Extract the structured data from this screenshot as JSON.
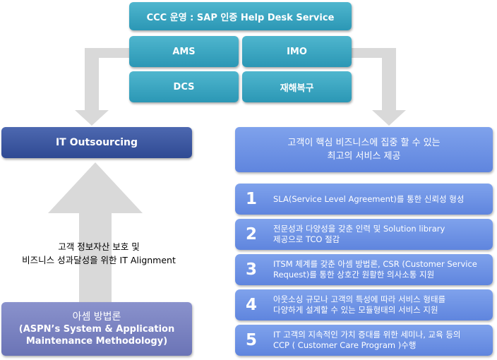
{
  "top": {
    "title": "CCC 운영 : SAP 인증 Help Desk Service"
  },
  "services": {
    "ams": "AMS",
    "imo": "IMO",
    "dcs": "DCS",
    "dr": "재해복구"
  },
  "left": {
    "outsourcing": "IT Outsourcing",
    "caption_line1": "고객  정보자산 보호 및",
    "caption_line2": "비즈니스 성과달성을 위한 IT Alignment",
    "method_line1": "아셈 방법론",
    "method_line2": "(ASPN’s System & Application",
    "method_line3": "Maintenance Methodology)"
  },
  "right": {
    "headline_line1": "고객이 핵심 비즈니스에 집중 할 수 있는",
    "headline_line2": "최고의 서비스 제공",
    "items": [
      {
        "num": "1",
        "line1": "SLA(Service Level Agreement)를 통한 신뢰성 형성",
        "line2": ""
      },
      {
        "num": "2",
        "line1": "전문성과 다양성을 갖춘 인력 및 Solution library",
        "line2": "제공으로 TCO 절감"
      },
      {
        "num": "3",
        "line1": "ITSM 체계를 갖춘 아셈 방법론, CSR (Customer Service",
        "line2": "Request)를 통한 상호간 원활한 의사소통 지원"
      },
      {
        "num": "4",
        "line1": "아웃소싱 규모나 고객의 특성에 따라 서비스 형태를",
        "line2": "다양하게 설계할 수 있는 모듈형태의 서비스 지원"
      },
      {
        "num": "5",
        "line1": "IT 고객의 지속적인 가치 증대를 위한 세미나, 교육 등의",
        "line2": "CCP ( Customer Care Program )수행"
      }
    ]
  },
  "colors": {
    "teal": "#2b97b5",
    "navy": "#2f4a93",
    "blue": "#6b8fe2",
    "periwinkle": "#7b83c1",
    "arrow": "#d9d9d9"
  }
}
